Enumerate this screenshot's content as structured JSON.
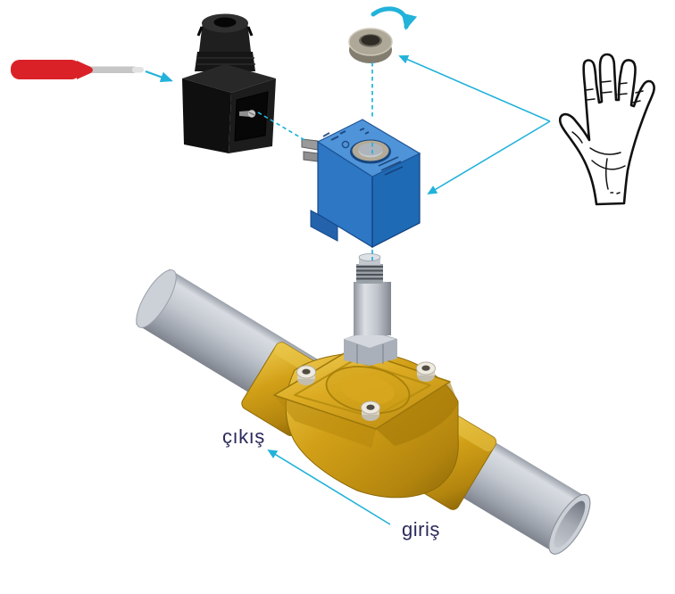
{
  "diagram": {
    "kind": "solenoid-valve-assembly-illustration",
    "labels": {
      "outlet": "çıkış",
      "inlet": "giriş"
    },
    "colors": {
      "arrow_cyan": "#22b2da",
      "label_navy": "#2b2a5c",
      "coil_blue_top": "#4f94d9",
      "coil_blue_left": "#2d77c4",
      "coil_blue_right": "#1e6ab5",
      "valve_brass": "#d7a71e",
      "screwdriver_red": "#da2128",
      "connector_black": "#1a1a1a",
      "pipe_gray": "#bfc4cc",
      "background": "#ffffff"
    },
    "components": [
      {
        "name": "screwdriver-icon"
      },
      {
        "name": "din-connector-icon"
      },
      {
        "name": "coil-locking-nut-icon"
      },
      {
        "name": "rotate-clockwise-arrow-icon"
      },
      {
        "name": "solenoid-coil-icon"
      },
      {
        "name": "hand-icon"
      },
      {
        "name": "armature-stem-icon"
      },
      {
        "name": "valve-body-icon"
      },
      {
        "name": "pipe-left-icon"
      },
      {
        "name": "pipe-right-icon"
      }
    ]
  }
}
